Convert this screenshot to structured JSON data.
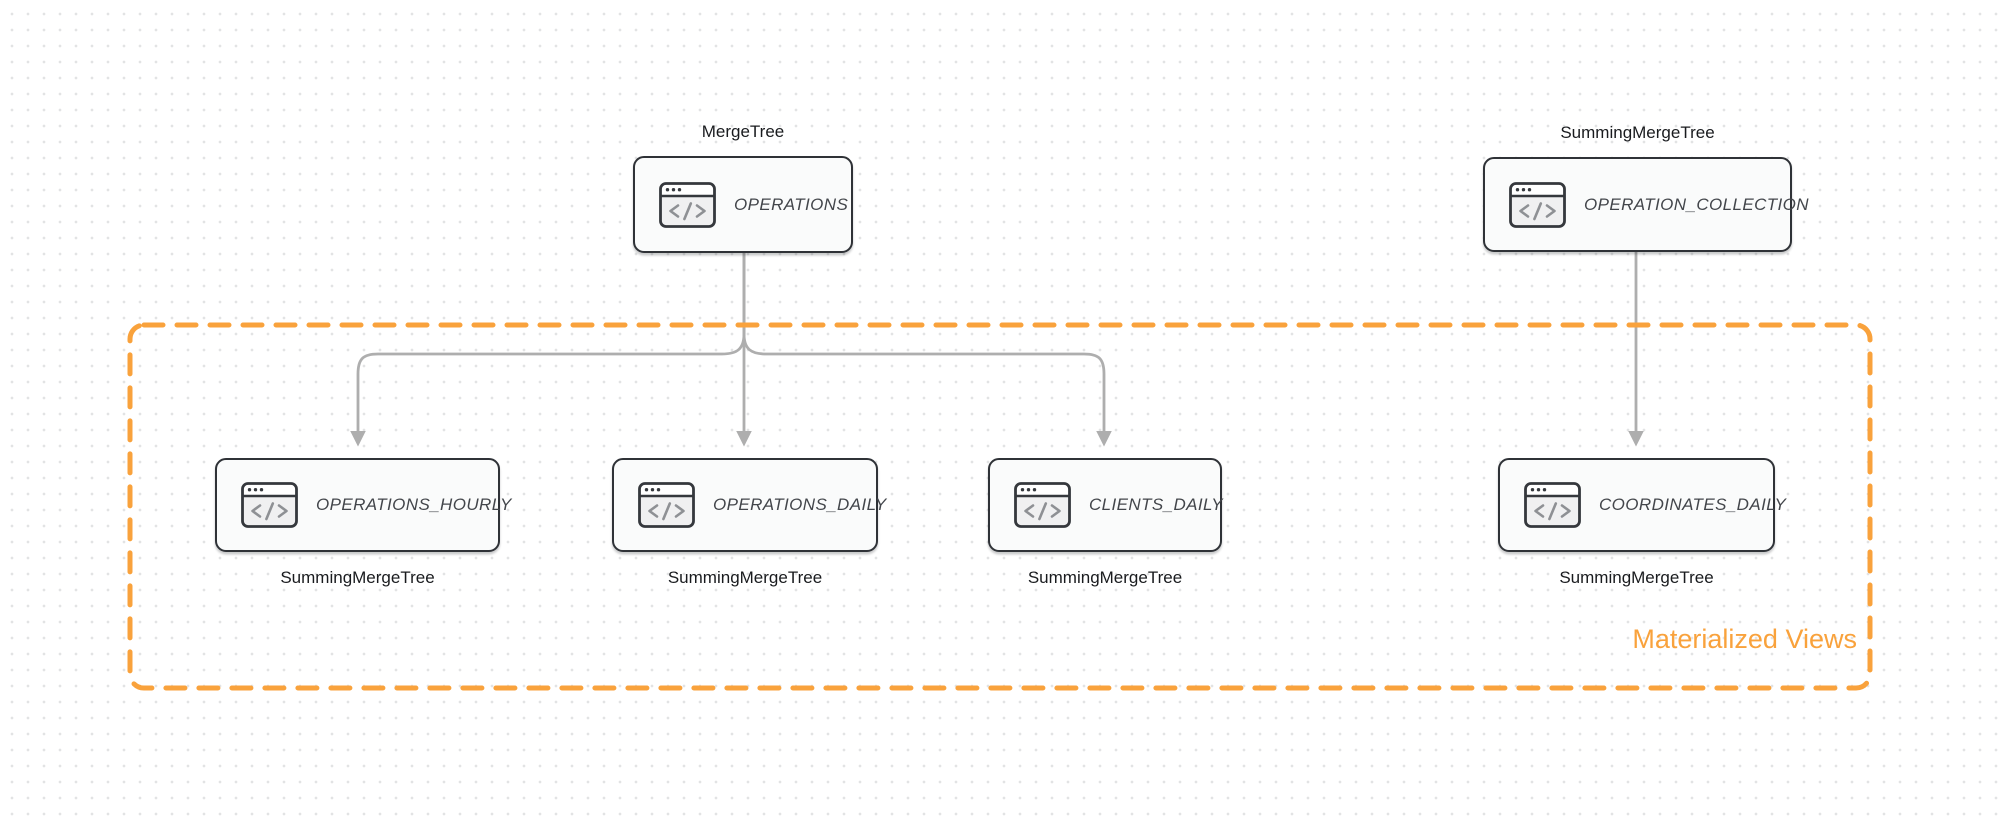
{
  "canvas": {
    "background_color": "#ffffff",
    "dot_grid_color": "#e2e3e4",
    "node_border_color": "#2f3237",
    "node_fill_color": "#fafbfb",
    "arrow_color": "#aeaeae",
    "accent_orange": "#f9a23c",
    "table_text_color": "#43464b",
    "label_text_color": "#191b1e"
  },
  "nodes": [
    {
      "id": "operations",
      "engine": "MergeTree",
      "engine_label_position": "top",
      "table": "OPERATIONS"
    },
    {
      "id": "operation-collection",
      "engine": "SummingMergeTree",
      "engine_label_position": "top",
      "table": "OPERATION_COLLECTION"
    },
    {
      "id": "operations-hourly",
      "engine": "SummingMergeTree",
      "engine_label_position": "bottom",
      "table": "OPERATIONS_HOURLY"
    },
    {
      "id": "operations-daily",
      "engine": "SummingMergeTree",
      "engine_label_position": "bottom",
      "table": "OPERATIONS_DAILY"
    },
    {
      "id": "clients-daily",
      "engine": "SummingMergeTree",
      "engine_label_position": "bottom",
      "table": "CLIENTS_DAILY"
    },
    {
      "id": "coordinates-daily",
      "engine": "SummingMergeTree",
      "engine_label_position": "bottom",
      "table": "COORDINATES_DAILY"
    }
  ],
  "edges": [
    {
      "from": "operations",
      "to": "operations-hourly"
    },
    {
      "from": "operations",
      "to": "operations-daily"
    },
    {
      "from": "operations",
      "to": "clients-daily"
    },
    {
      "from": "operation-collection",
      "to": "coordinates-daily"
    }
  ],
  "group": {
    "label": "Materialized Views",
    "border_style": "dashed",
    "color": "#f9a23c"
  },
  "icon": {
    "name": "code-window-icon",
    "glyph": "</>"
  }
}
